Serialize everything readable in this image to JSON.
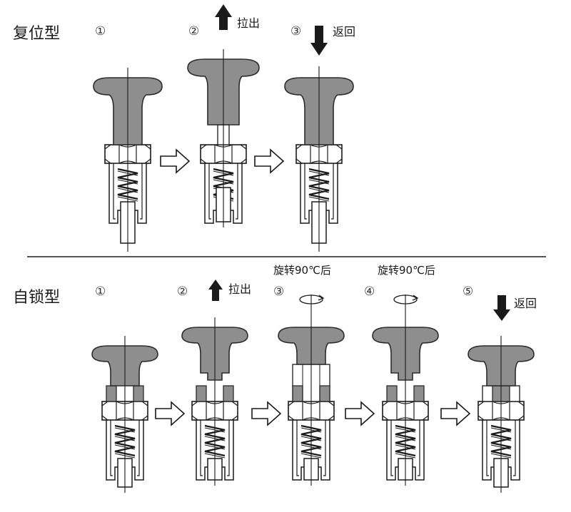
{
  "colors": {
    "knob": "#8e8e8e",
    "knob_stroke": "#2b2b2b",
    "line": "#1a1a1a",
    "divider": "#555555",
    "arrow": "#1a1a1a"
  },
  "top": {
    "title": "复位型",
    "steps": [
      {
        "num": "①",
        "caption": ""
      },
      {
        "num": "②",
        "caption": "拉出",
        "arrow": "up"
      },
      {
        "num": "③",
        "caption": "返回",
        "arrow": "down"
      }
    ]
  },
  "bottom": {
    "title": "自锁型",
    "steps": [
      {
        "num": "①",
        "caption": "",
        "rotate": ""
      },
      {
        "num": "②",
        "caption": "拉出",
        "arrow": "up",
        "rotate": ""
      },
      {
        "num": "③",
        "caption": "",
        "rotate": "旋转90℃后"
      },
      {
        "num": "④",
        "caption": "",
        "rotate": "旋转90℃后"
      },
      {
        "num": "⑤",
        "caption": "返回",
        "arrow": "down",
        "rotate": ""
      }
    ]
  },
  "icons": [
    "arrow-up-icon",
    "arrow-down-icon",
    "rotation-icon",
    "next-step-arrow-icon"
  ]
}
